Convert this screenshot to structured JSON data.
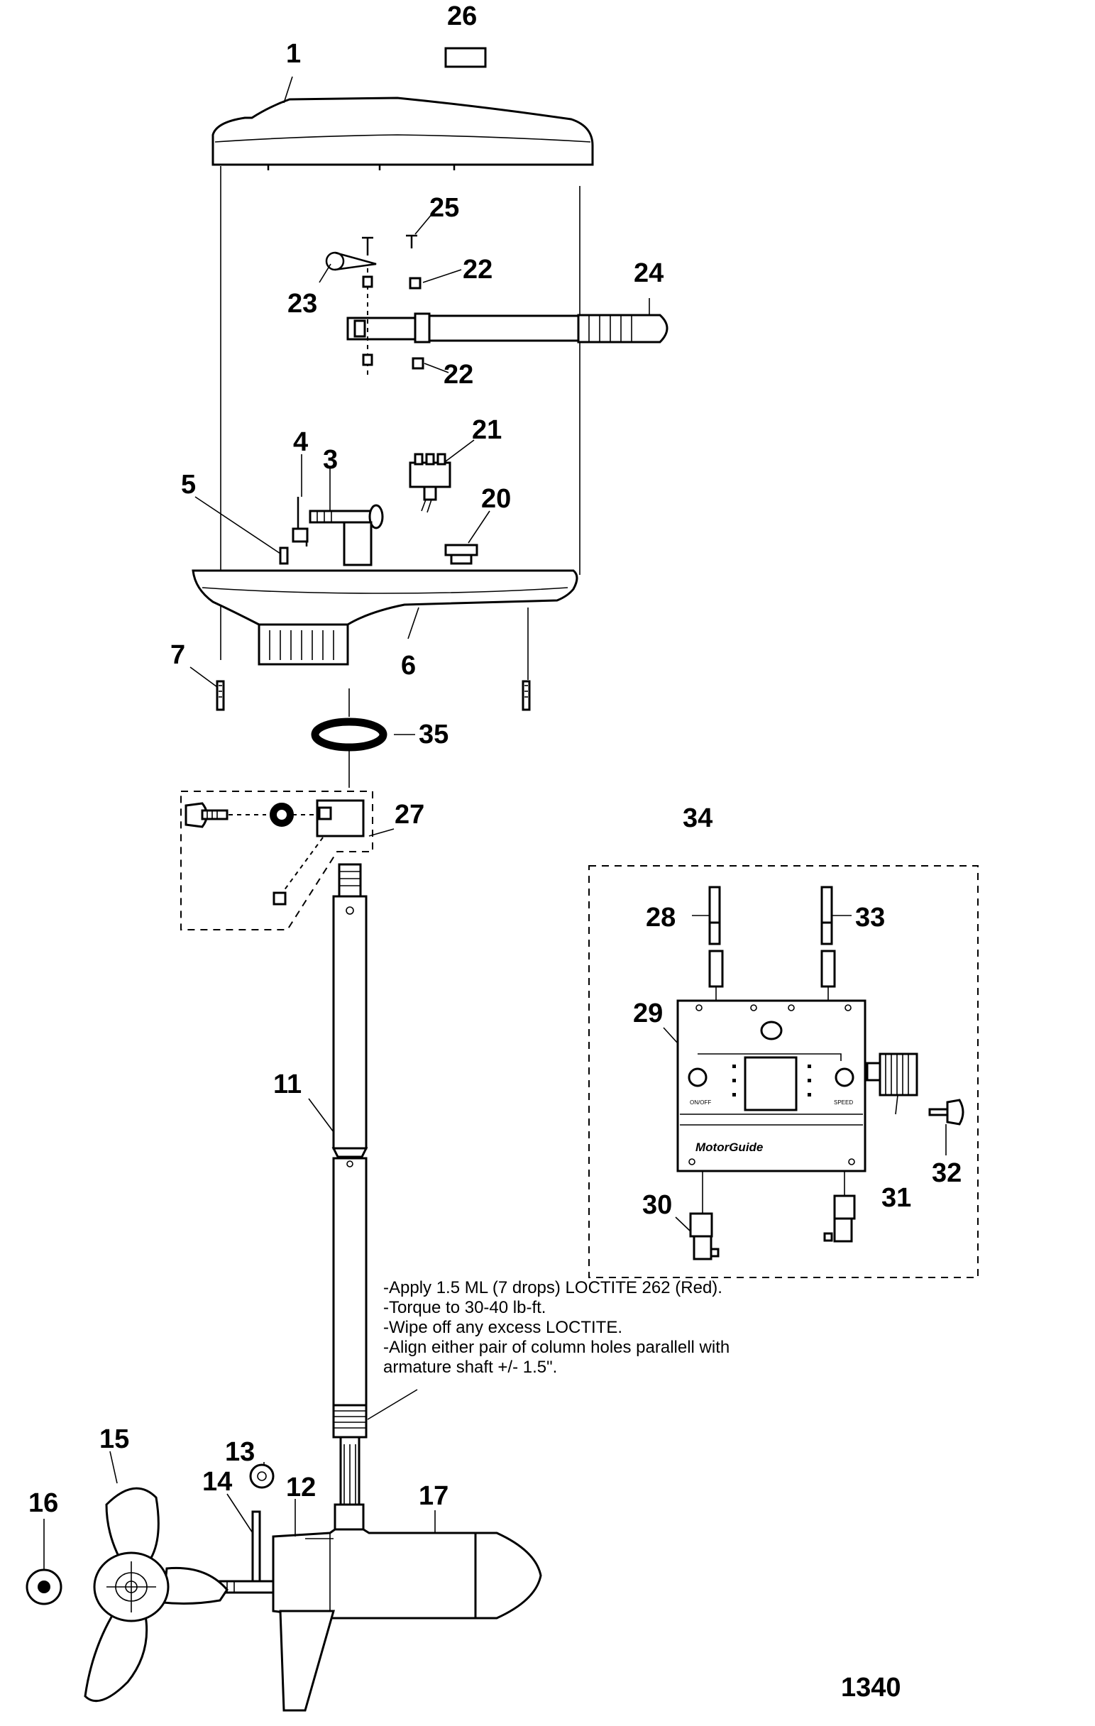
{
  "callouts": {
    "c1": "1",
    "c3": "3",
    "c4": "4",
    "c5": "5",
    "c6": "6",
    "c7": "7",
    "c11": "11",
    "c12": "12",
    "c13": "13",
    "c14": "14",
    "c15": "15",
    "c16": "16",
    "c17": "17",
    "c20": "20",
    "c21": "21",
    "c22a": "22",
    "c22b": "22",
    "c23": "23",
    "c24": "24",
    "c25": "25",
    "c26": "26",
    "c27": "27",
    "c28": "28",
    "c29": "29",
    "c30": "30",
    "c31": "31",
    "c32": "32",
    "c33": "33",
    "c34": "34",
    "c35": "35"
  },
  "notes": [
    "-Apply 1.5 ML (7 drops) LOCTITE 262 (Red).",
    "-Torque to 30-40 lb-ft.",
    "-Wipe off any excess LOCTITE.",
    "-Align either pair of column holes parallell with",
    "armature shaft +/- 1.5\"."
  ],
  "control_box": {
    "brand": "MotorGuide",
    "left_knob_label": "ON/OFF",
    "right_knob_label": "SPEED"
  },
  "figure_number": "1340"
}
